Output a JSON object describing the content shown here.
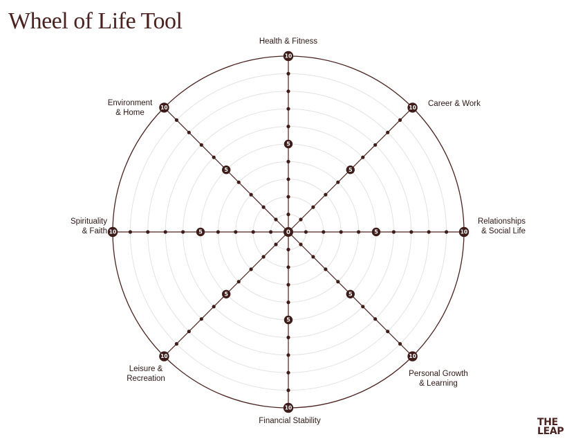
{
  "title": "Wheel of Life Tool",
  "center_value": "0",
  "mid_value": "5",
  "max_value": "10",
  "categories": [
    "Health & Fitness",
    "Career & Work",
    "Relationships\n& Social Life",
    "Personal Growth\n& Learning",
    "Financial Stability",
    "Leisure &\nRecreation",
    "Spirituality\n& Faith",
    "Environment\n& Home"
  ],
  "logo": {
    "line1": "THE",
    "line2": "LEAP"
  },
  "colors": {
    "line": "#4a2320",
    "ring": "#e2e2e2",
    "dot": "#3d1c19"
  }
}
